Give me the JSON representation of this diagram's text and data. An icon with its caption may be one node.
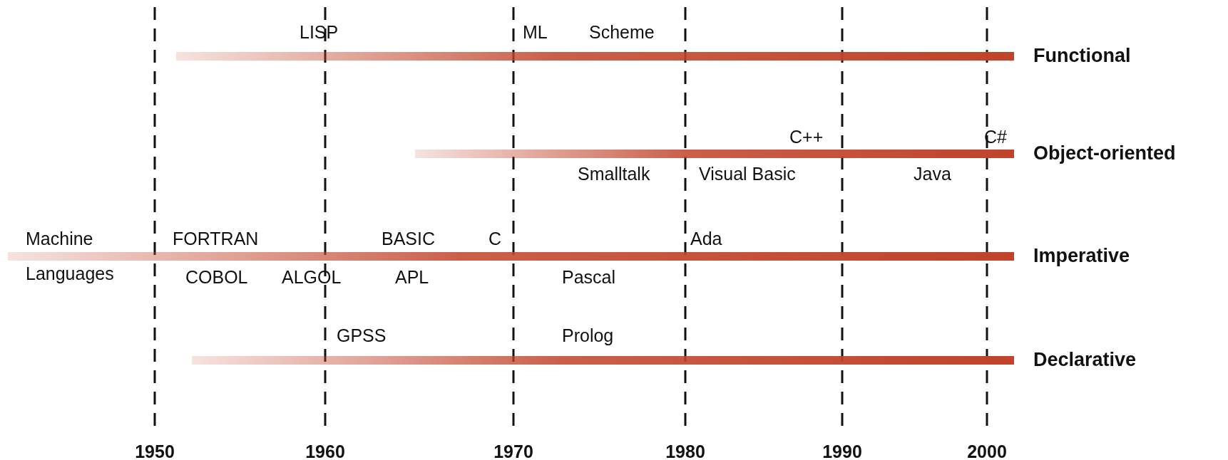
{
  "diagram": {
    "labels": [
      "LISP",
      "ML",
      "Scheme",
      "Functional",
      "C++",
      "C#",
      "Object-oriented",
      "Smalltalk",
      "Visual Basic",
      "Java",
      "Machine Languages",
      "FORTRAN",
      "BASIC",
      "C",
      "Ada",
      "Imperative",
      "COBOL",
      "ALGOL",
      "APL",
      "Pascal",
      "GPSS",
      "Prolog",
      "Declarative",
      "1950",
      "1960",
      "1970",
      "1980",
      "1990",
      "2000"
    ]
  }
}
